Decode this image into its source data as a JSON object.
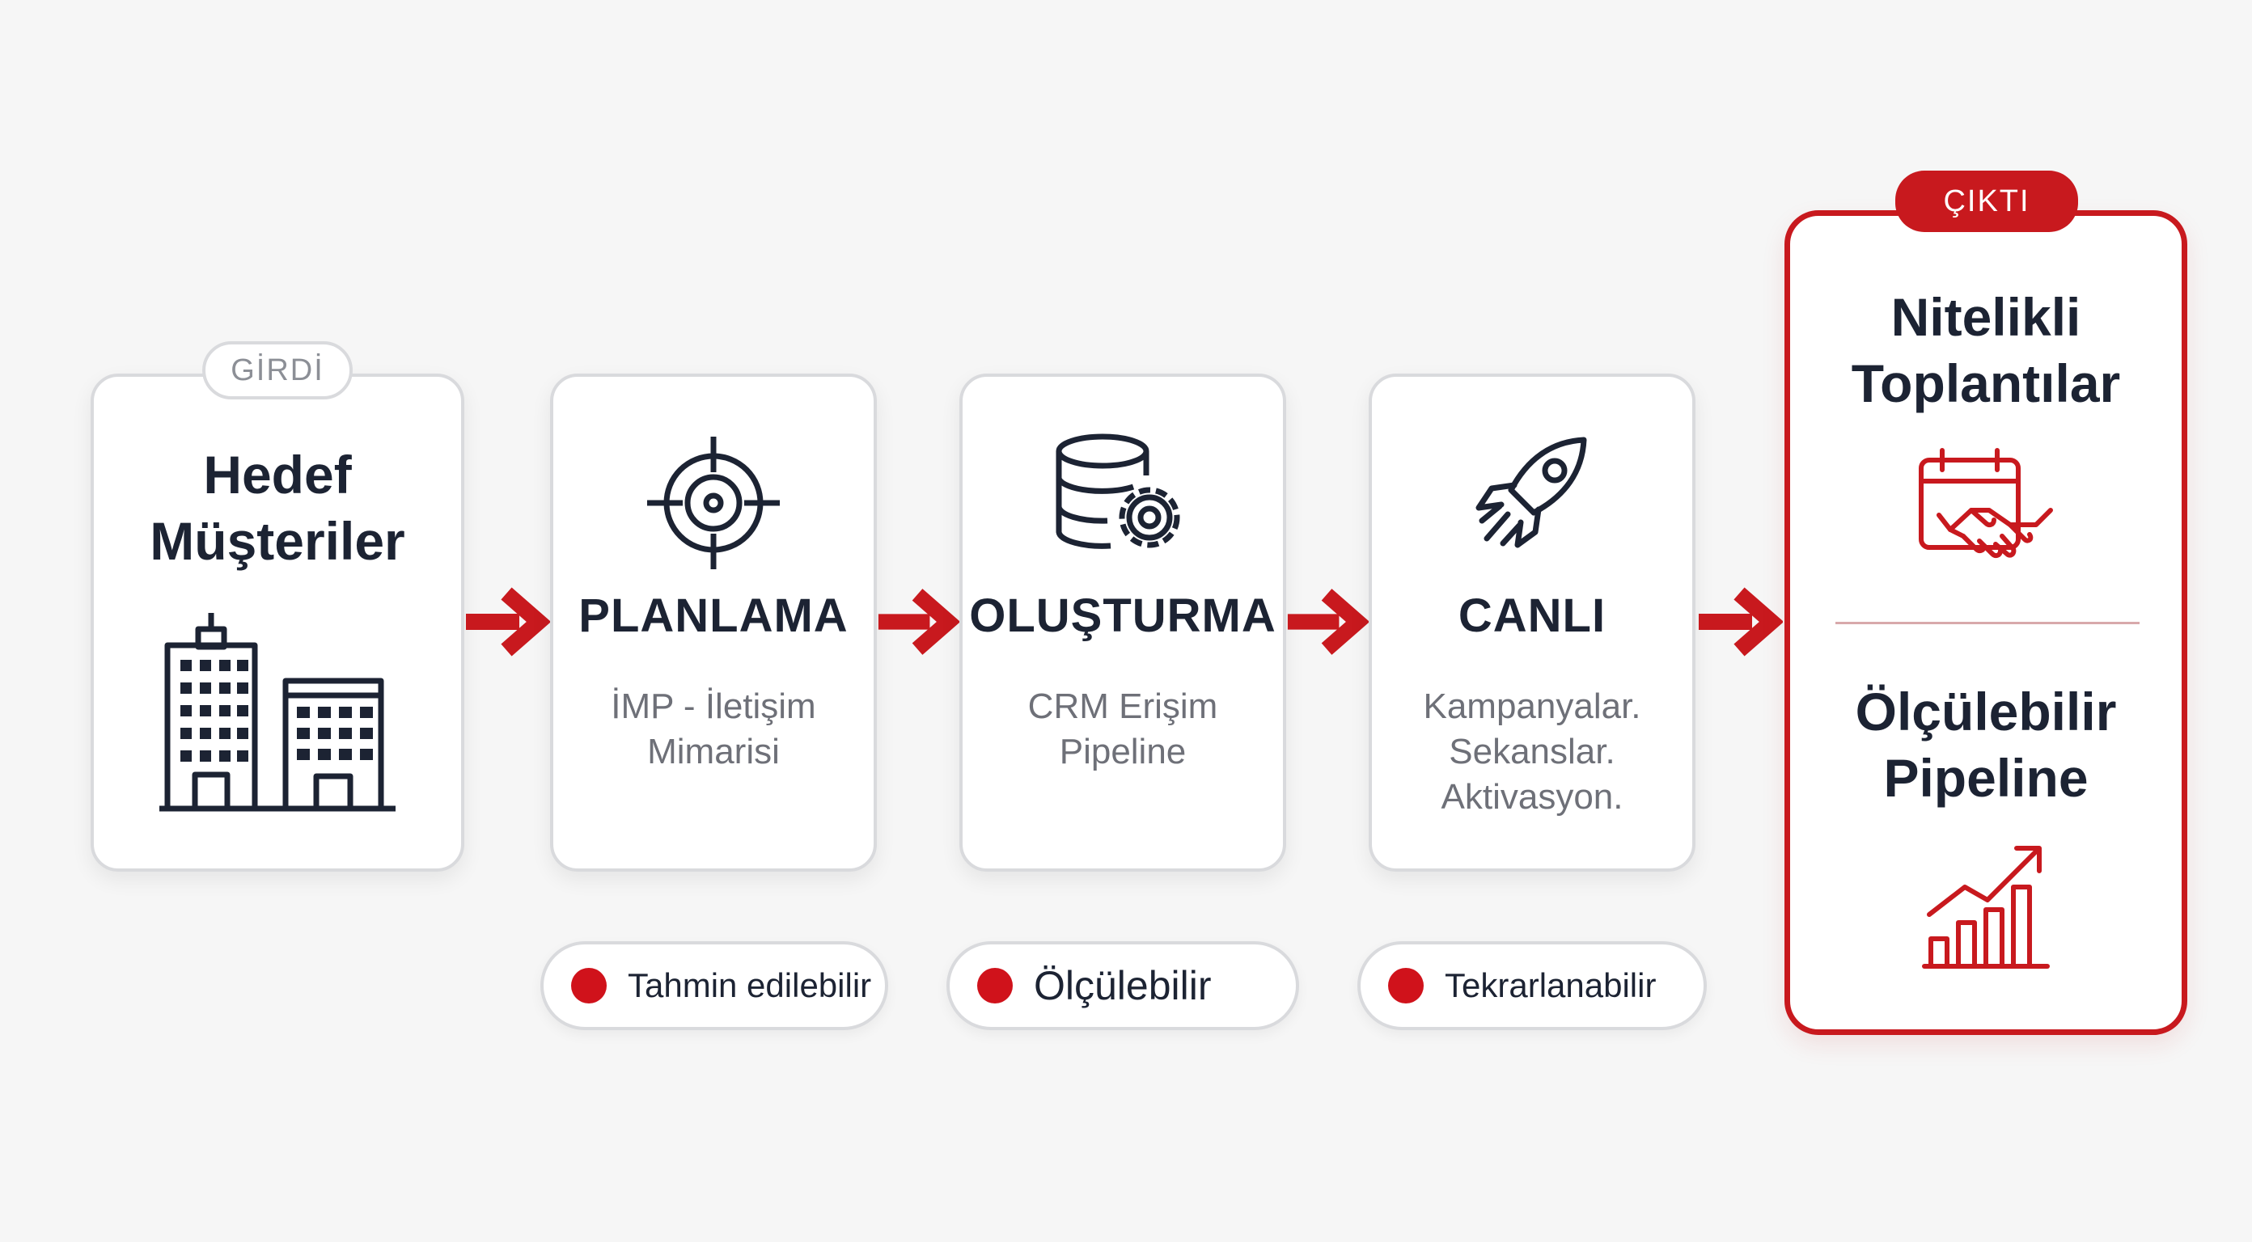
{
  "input": {
    "badge": "GİRDİ",
    "title_line1": "Hedef",
    "title_line2": "Müşteriler",
    "icon": "office-buildings-icon"
  },
  "steps": [
    {
      "title": "PLANLAMA",
      "desc": [
        "İMP - İletişim",
        "Mimarisi"
      ],
      "icon": "target-crosshair-icon"
    },
    {
      "title": "OLUŞTURMA",
      "desc": [
        "CRM Erişim",
        "Pipeline"
      ],
      "icon": "database-gear-icon"
    },
    {
      "title": "CANLI",
      "desc": [
        "Kampanyalar.",
        "Sekanslar.",
        "Aktivasyon."
      ],
      "icon": "rocket-icon"
    }
  ],
  "tags": [
    "Tahmin edilebilir",
    "Ölçülebilir",
    "Tekrarlanabilir"
  ],
  "output": {
    "badge": "ÇIKTI",
    "title1_line1": "Nitelikli",
    "title1_line2": "Toplantılar",
    "title2_line1": "Ölçülebilir",
    "title2_line2": "Pipeline",
    "icon1": "calendar-handshake-icon",
    "icon2": "growth-chart-icon"
  },
  "colors": {
    "accent": "#c8191e",
    "dark_text": "#1c2333",
    "muted_text": "#6e7078",
    "card_border": "#d9dadd",
    "background": "#f6f6f6"
  }
}
